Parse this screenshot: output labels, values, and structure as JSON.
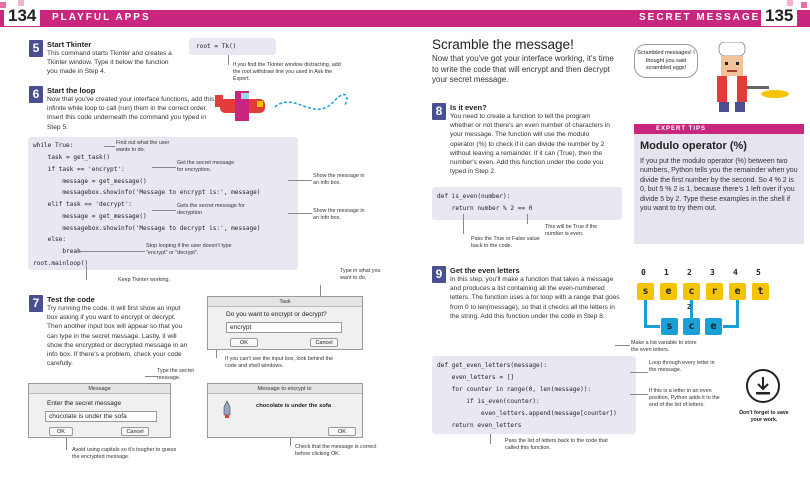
{
  "left": {
    "page_number": "134",
    "header": "PLAYFUL APPS",
    "step5": {
      "num": "5",
      "title": "Start Tkinter",
      "text": "This command starts Tkinter and creates a Tkinter window. Type it below the function you made in Step 4.",
      "code": "root = Tk()",
      "annotation": "If you find the Tkinter window distracting, add the root.withdraw line you used in Ask the Expert."
    },
    "step6": {
      "num": "6",
      "title": "Start the loop",
      "text": "Now that you've created your interface functions, add this infinite while loop to call (run) them in the correct order. Insert this code underneath the command you typed in Step 5.",
      "code_lines": [
        "while True:",
        "    task = get_task()",
        "    if task == 'encrypt':",
        "        message = get_message()",
        "        messagebox.showinfo('Message to encrypt is:', message)",
        "    elif task == 'decrypt':",
        "        message = get_message()",
        "        messagebox.showinfo('Message to decrypt is:', message)",
        "    else:",
        "        break",
        "root.mainloop()"
      ],
      "annotations": [
        "Find out what the user wants to do.",
        "Get the secret message for encryption.",
        "Show the message in an info box.",
        "Gets the secret message for decryption",
        "Show the message in an info box.",
        "Stop looping if the user doesn't type \"encrypt\" or \"decrypt\".",
        "Keep Tkinter working."
      ]
    },
    "step7": {
      "num": "7",
      "title": "Test the code",
      "text": "Try running the code. It will first show an input box asking if you want to encrypt or decrypt. Then another input box will appear so that you can type in the secret message. Lastly, it will show the encrypted or decrypted message in an info box. If there's a problem, check your code carefully.",
      "task_window": {
        "title": "Task",
        "prompt": "Do you want to encrypt or decrypt?",
        "value": "encrypt",
        "ok": "OK",
        "cancel": "Cancel"
      },
      "task_annotation": "Type in what you want to do.",
      "task_note": "If you can't see the input box, look behind the code and shell windows.",
      "message_window": {
        "title": "Message",
        "prompt": "Enter the secret message",
        "value": "chocolate is under the sofa",
        "ok": "OK",
        "cancel": "Cancel"
      },
      "message_annotation": "Type the secret message.",
      "message_note": "Avoid using capitals so it's tougher to guess the encrypted message.",
      "info_window": {
        "title": "Message to encrypt is:",
        "text": "chocolate is under the sofa",
        "ok": "OK"
      },
      "info_note": "Check that the message is correct before clicking OK."
    }
  },
  "right": {
    "page_number": "135",
    "header": "SECRET MESSAGES",
    "heading": "Scramble the message!",
    "intro": "Now that you've got your interface working, it's time to write the code that will encrypt and then decrypt your secret message.",
    "bubble": "Scrambled messages! I thought you said scrambled eggs!",
    "step8": {
      "num": "8",
      "title": "Is it even?",
      "text": "You need to create a function to tell the program whether or not there's an even number of characters in your message. The function will use the modulo operator (%) to check if it can divide the number by 2 without leaving a remainder. If it can (True), then the number's even. Add this function under the code you typed in Step 2.",
      "code_lines": [
        "def is_even(number):",
        "    return number % 2 == 0"
      ],
      "annotations": [
        "Pass the True or False value back to the code.",
        "This will be True if the number is even."
      ]
    },
    "tips": {
      "label": "EXPERT TIPS",
      "title": "Modulo operator (%)",
      "text": "If you put the modulo operator (%) between two numbers, Python tells you the remainder when you divide the first number by the second. So 4 % 2 is 0, but 5 % 2 is 1, because there's 1 left over if you divide 5 by 2. Type these examples in the shell if you want to try them out."
    },
    "step9": {
      "num": "9",
      "title": "Get the even letters",
      "text": "In this step, you'll make a function that takes a message and produces a list containing all the even-numbered letters. The function uses a for loop with a range that goes from 0 to len(message), so that it checks all the letters in the string. Add this function under the code in Step 8.",
      "code_lines": [
        "def get_even_letters(message):",
        "    even_letters = []",
        "    for counter in range(0, len(message)):",
        "        if is_even(counter):",
        "            even_letters.append(message[counter])",
        "    return even_letters"
      ],
      "annotations": [
        "Make a list variable to store the even letters.",
        "Loop through every letter in the message.",
        "If this is a letter in an even position, Python adds it to the end of the list of letters.",
        "Pass the list of letters back to the code that called this function."
      ]
    },
    "diagram": {
      "indices": [
        "0",
        "1",
        "2",
        "3",
        "4",
        "5"
      ],
      "letters": [
        "s",
        "e",
        "c",
        "r",
        "e",
        "t"
      ],
      "picked": [
        "s",
        "c",
        "e"
      ],
      "picked_index": "2"
    },
    "save_caption": "Don't forget to save your work."
  },
  "colors": {
    "accent": "#c8267f",
    "step": "#4a4f8f",
    "yellow": "#f5c400",
    "blue": "#1aa0d6",
    "codebg": "#e8e8f3"
  }
}
